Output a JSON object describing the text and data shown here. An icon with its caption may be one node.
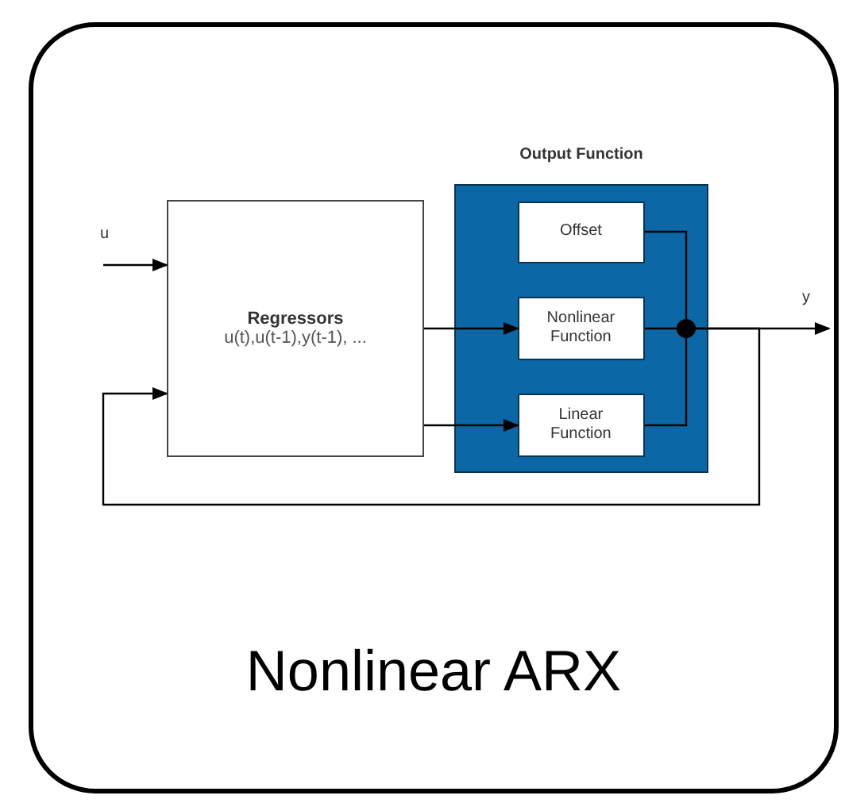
{
  "diagram": {
    "nodes": [
      {
        "text": [
          "Nonlinear ARX"
        ]
      },
      {
        "text": [
          "Regressors",
          "u(t),u(t-1),y(t-1), ..."
        ],
        "in": 0
      },
      {
        "text": [
          "Output Function"
        ],
        "in": 0
      },
      {
        "text": [
          "Offset"
        ],
        "in": 2
      },
      {
        "text": [
          "Nonlinear Function"
        ],
        "in": 2
      },
      {
        "text": [
          "Linear Function"
        ],
        "in": 2
      },
      {
        "text": [],
        "shape": "circle",
        "in": 2
      }
    ],
    "edges": [
      {
        "from": null,
        "to": 1,
        "arrow": "to",
        "label": "u"
      },
      {
        "from": 1,
        "to": 4,
        "arrow": "to"
      },
      {
        "from": 1,
        "to": 5,
        "arrow": "to"
      },
      {
        "from": 3,
        "to": 6,
        "arrow": "none"
      },
      {
        "from": 4,
        "to": 6,
        "arrow": "none"
      },
      {
        "from": 5,
        "to": 6,
        "arrow": "none"
      },
      {
        "from": 6,
        "to": null,
        "arrow": "to",
        "label": "y"
      },
      {
        "from": 6,
        "to": 1,
        "arrow": "to"
      }
    ]
  }
}
